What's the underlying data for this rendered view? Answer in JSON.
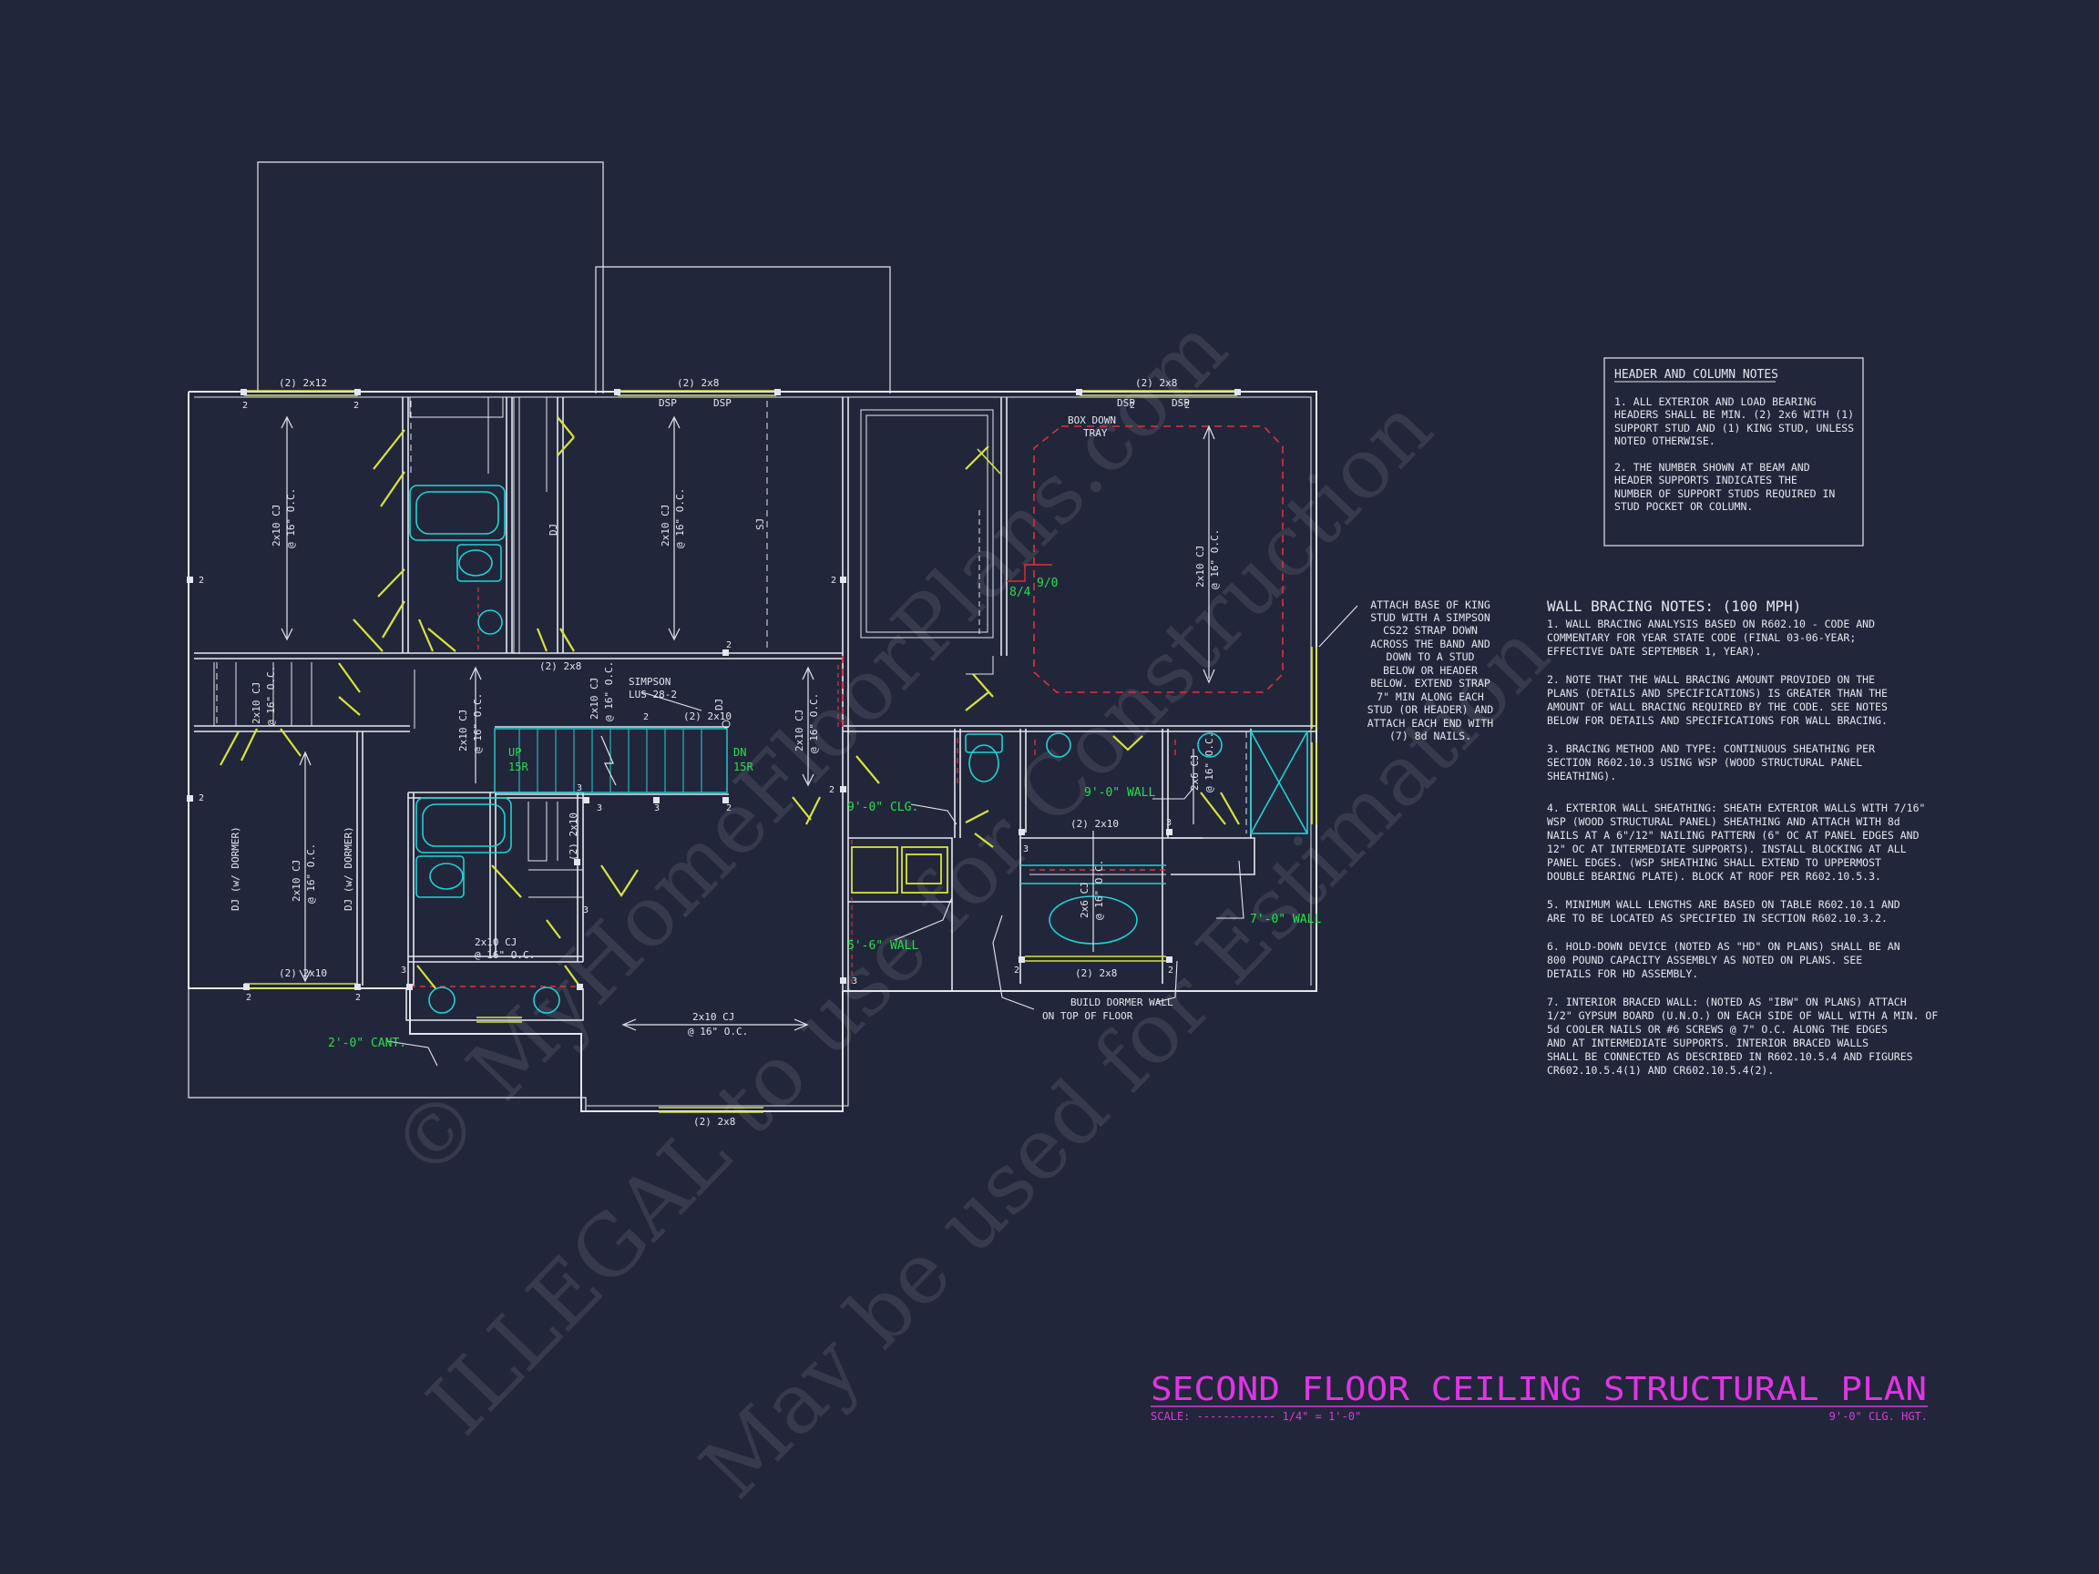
{
  "plan_title": "SECOND FLOOR CEILING STRUCTURAL PLAN",
  "scale_label": "SCALE: ------------ 1/4\" = 1'-0\"",
  "ceiling_height": "9'-0\" CLG. HGT.",
  "watermarks": [
    "© MyHomeFloorPlans.com",
    "ILLEGAL to use for Construction",
    "May be used for Estimation"
  ],
  "header_notes": {
    "title": "HEADER AND COLUMN NOTES",
    "lines": [
      "1. ALL EXTERIOR AND LOAD BEARING",
      "HEADERS SHALL BE MIN. (2) 2x6 WITH (1)",
      "SUPPORT STUD AND (1) KING STUD, UNLESS",
      "NOTED OTHERWISE.",
      "",
      "2. THE NUMBER SHOWN AT BEAM AND",
      "HEADER SUPPORTS INDICATES THE",
      "NUMBER OF SUPPORT STUDS REQUIRED IN",
      "STUD POCKET OR COLUMN."
    ]
  },
  "bracing_notes": {
    "title": "WALL BRACING NOTES: (100 MPH)",
    "lines": [
      "1. WALL BRACING ANALYSIS BASED ON R602.10 - CODE AND",
      "COMMENTARY FOR YEAR STATE CODE (FINAL 03-06-YEAR;",
      "EFFECTIVE DATE SEPTEMBER 1, YEAR).",
      "",
      "2. NOTE THAT THE WALL BRACING AMOUNT PROVIDED ON THE",
      "PLANS (DETAILS AND SPECIFICATIONS) IS GREATER THAN THE",
      "AMOUNT OF WALL BRACING REQUIRED BY THE CODE. SEE NOTES",
      "BELOW FOR DETAILS AND SPECIFICATIONS FOR WALL BRACING.",
      "",
      "3. BRACING METHOD AND TYPE: CONTINUOUS SHEATHING PER",
      "SECTION R602.10.3 USING WSP (WOOD STRUCTURAL PANEL",
      "SHEATHING).",
      "",
      "4. EXTERIOR WALL SHEATHING: SHEATH EXTERIOR WALLS WITH 7/16\"",
      "WSP (WOOD STRUCTURAL PANEL) SHEATHING AND ATTACH WITH 8d",
      "NAILS AT A 6\"/12\" NAILING PATTERN (6\" OC AT PANEL EDGES AND",
      "12\" OC AT INTERMEDIATE SUPPORTS). INSTALL BLOCKING AT ALL",
      "PANEL EDGES. (WSP SHEATHING SHALL EXTEND TO UPPERMOST",
      "DOUBLE BEARING PLATE). BLOCK AT ROOF PER R602.10.5.3.",
      "",
      "5. MINIMUM WALL LENGTHS ARE BASED ON TABLE R602.10.1 AND",
      "ARE TO BE LOCATED AS SPECIFIED IN SECTION R602.10.3.2.",
      "",
      "6. HOLD-DOWN DEVICE (NOTED AS \"HD\" ON PLANS) SHALL BE AN",
      "800 POUND CAPACITY ASSEMBLY AS NOTED ON PLANS. SEE",
      "DETAILS FOR HD ASSEMBLY.",
      "",
      "7. INTERIOR BRACED WALL: (NOTED AS \"IBW\" ON PLANS) ATTACH",
      "1/2\" GYPSUM BOARD (U.N.O.) ON EACH SIDE OF WALL WITH A MIN. OF",
      "5d COOLER NAILS OR #6 SCREWS @ 7\" O.C. ALONG THE EDGES",
      "AND AT INTERMEDIATE SUPPORTS. INTERIOR BRACED WALLS",
      "SHALL BE CONNECTED AS DESCRIBED IN R602.10.5.4 AND FIGURES",
      "CR602.10.5.4(1) AND CR602.10.5.4(2)."
    ]
  },
  "strap_note": [
    "ATTACH BASE OF KING",
    "STUD WITH A SIMPSON",
    "CS22 STRAP DOWN",
    "ACROSS THE BAND AND",
    "DOWN TO A STUD",
    "BELOW OR HEADER",
    "BELOW. EXTEND STRAP",
    "7\" MIN ALONG EACH",
    "STUD (OR HEADER) AND",
    "ATTACH EACH END WITH",
    "(7) 8d NAILS."
  ],
  "labels": {
    "header_2x12": "(2) 2x12",
    "header_2x8_a": "(2) 2x8",
    "header_2x8_b": "(2) 2x8",
    "header_2x8_c": "(2) 2x8",
    "header_2x8_d": "(2) 2x8",
    "header_2x8_e": "(2) 2x8",
    "header_2x10_a": "(2) 2x10",
    "header_2x10_b": "(2) 2x10",
    "header_2x10_c": "(2) 2x10",
    "header_2x10_d": "(2) 2x10",
    "dsp1": "DSP",
    "dsp2": "DSP",
    "dsp3": "DSP",
    "dsp4": "DSP",
    "box_down_1": "BOX DOWN",
    "box_down_2": "TRAY",
    "cj1": "2x10 CJ",
    "oc": "@ 16\" O.C.",
    "cj_2x6": "2x6 CJ",
    "dj": "DJ",
    "sj": "SJ",
    "dj_dormer": "DJ (w/ DORMER)",
    "simpson_1": "SIMPSON",
    "simpson_2": "LUS 28-2",
    "up": "UP",
    "up_r": "15R",
    "dn": "DN",
    "dn_r": "15R",
    "wall_9_clg": "9'-0\" CLG.",
    "wall_9": "9'-0\" WALL",
    "wall_5_6": "5'-6\" WALL",
    "wall_7": "7'-0\" WALL",
    "cant": "2'-0\" CANT.",
    "ratio_a": "8/4",
    "ratio_b": "9/0",
    "dormer_1": "BUILD DORMER WALL",
    "dormer_2": "ON TOP OF FLOOR",
    "n2": "2",
    "n3": "3"
  }
}
